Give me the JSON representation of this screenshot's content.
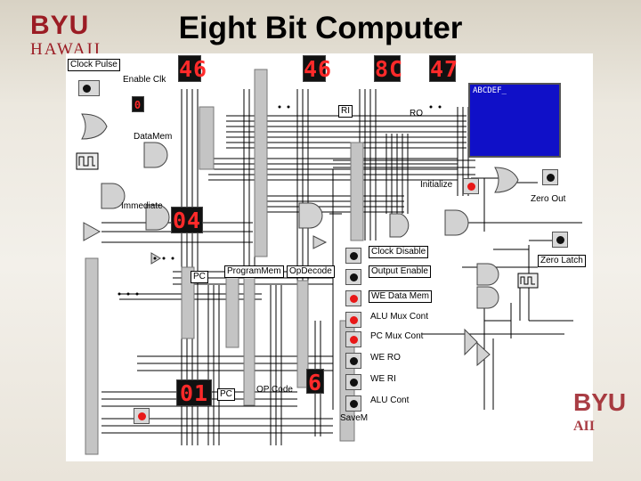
{
  "slide": {
    "title": "Eight Bit Computer",
    "logo_top": "BYU",
    "logo_bottom": "HAWAII",
    "watermark_top": "BYU",
    "watermark_bottom": "AII"
  },
  "colors": {
    "brand": "#9b1c24",
    "segment": "#ff2a2a",
    "screen": "#1010c8"
  },
  "displays": {
    "d1": "46",
    "d2": "46",
    "d3": "8C",
    "d4": "47",
    "immediate_value": "04",
    "pc_value": "01",
    "opcode_value": "6",
    "enable_clk_value": "0"
  },
  "screen_text": "ABCDEF_",
  "labels": {
    "clock_pulse": "Clock Pulse",
    "enable_clk": "Enable Clk",
    "data_mem": "DataMem",
    "immediate": "Immediate",
    "pc": "PC",
    "pc2": "PC",
    "program_mem": "ProgramMem",
    "op_decode": "OpDecode",
    "op_code": "OP Code",
    "ri": "RI",
    "ro": "RO",
    "initialize": "Initialize",
    "zero_out": "Zero Out",
    "zero_latch": "Zero Latch",
    "save_m": "SaveM",
    "controls": [
      "Clock Disable",
      "Output Enable",
      "WE Data Mem",
      "ALU Mux     Cont",
      "PC Mux Cont",
      "WE RO",
      "WE RI",
      "ALU Cont"
    ]
  }
}
